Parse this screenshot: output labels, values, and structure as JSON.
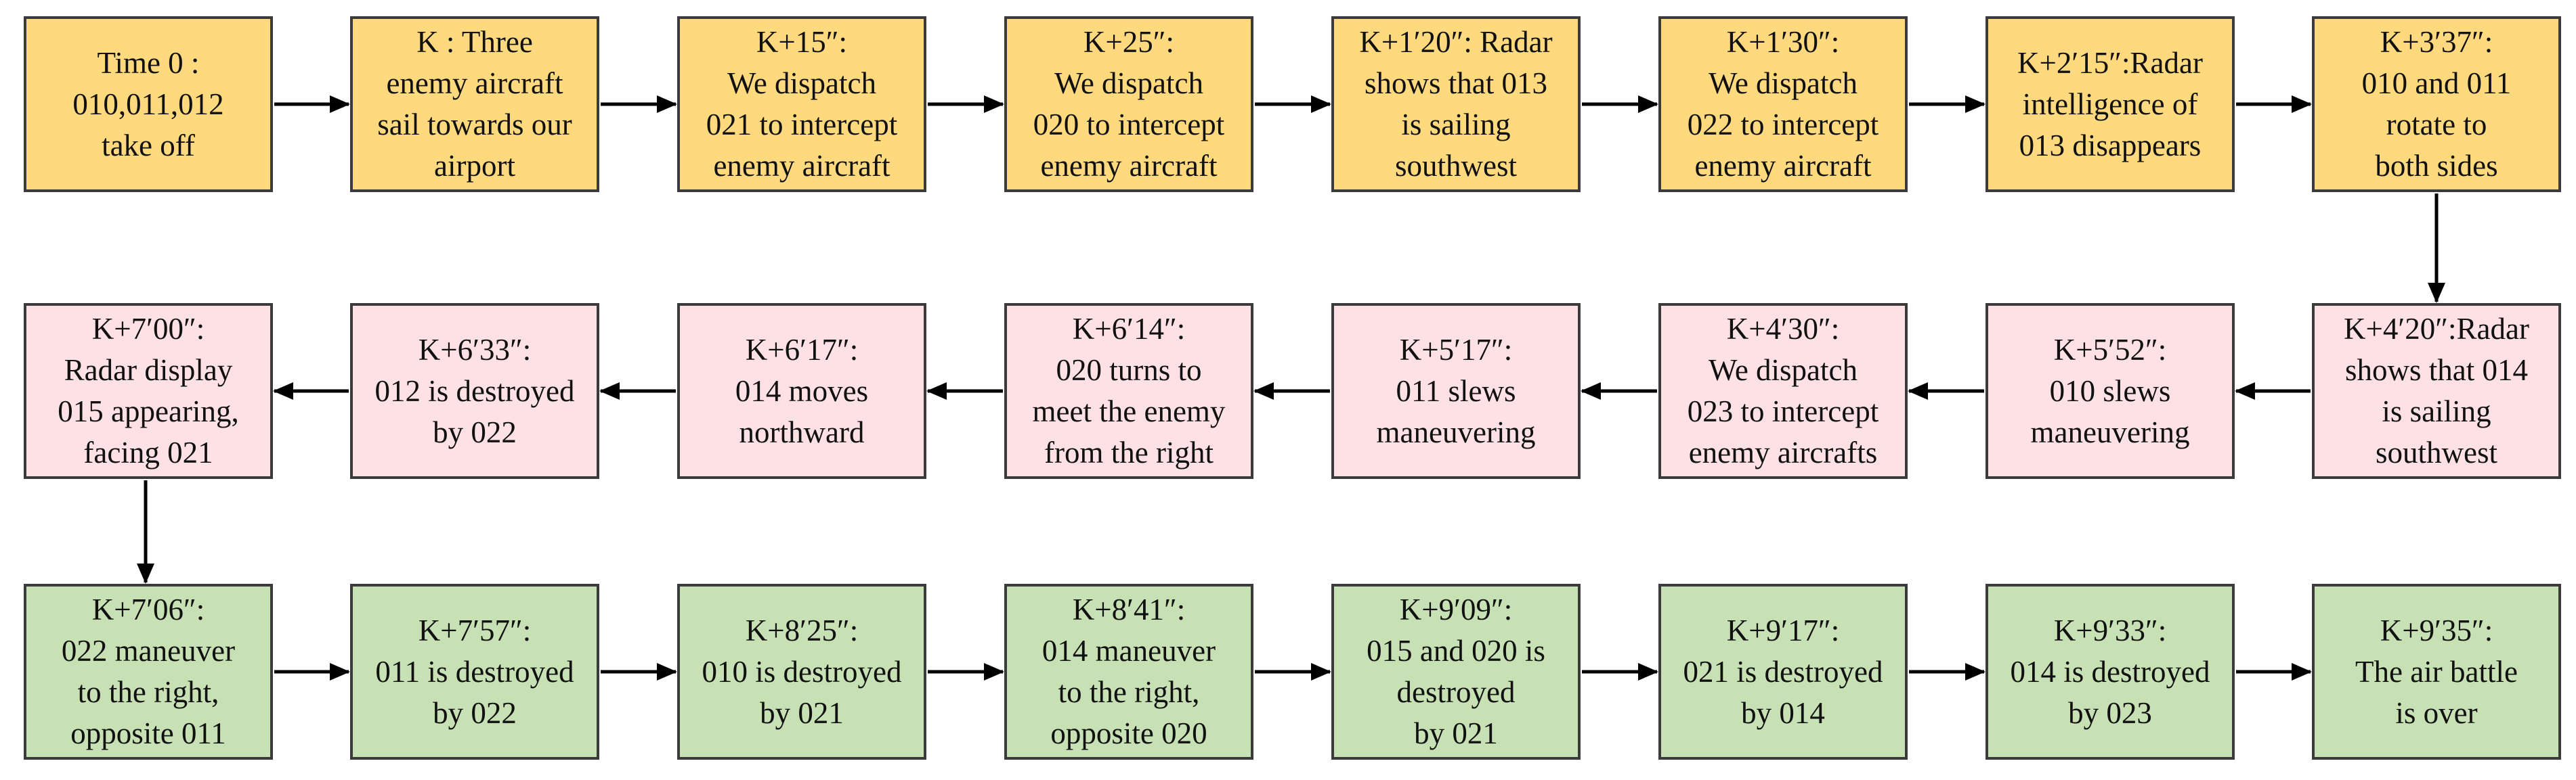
{
  "colors": {
    "row1": "#fed97e",
    "row2": "#fde1e5",
    "row3": "#c7e1b5",
    "arrow": "#000000"
  },
  "rows": [
    {
      "color_key": "row1",
      "direction": "right",
      "boxes": [
        {
          "lines": [
            "Time 0 :",
            "010,011,012",
            "take off"
          ]
        },
        {
          "lines": [
            "K : Three",
            "enemy aircraft",
            "sail towards our",
            "airport"
          ]
        },
        {
          "lines": [
            "K+15″:",
            "We dispatch",
            "021 to intercept",
            "enemy aircraft"
          ]
        },
        {
          "lines": [
            "K+25″:",
            "We dispatch",
            "020 to intercept",
            "enemy aircraft"
          ]
        },
        {
          "lines": [
            "K+1′20″: Radar",
            "shows that 013",
            "is sailing",
            "southwest"
          ]
        },
        {
          "lines": [
            "K+1′30″:",
            "We dispatch",
            "022 to intercept",
            "enemy aircraft"
          ]
        },
        {
          "lines": [
            "K+2′15″:Radar",
            "intelligence of",
            "013 disappears"
          ]
        },
        {
          "lines": [
            "K+3′37″:",
            "010 and 011",
            "rotate to",
            "both sides"
          ]
        }
      ]
    },
    {
      "color_key": "row2",
      "direction": "left",
      "boxes": [
        {
          "lines": [
            "K+7′00″:",
            "Radar display",
            "015 appearing,",
            "facing 021"
          ]
        },
        {
          "lines": [
            "K+6′33″:",
            "012 is destroyed",
            "by 022"
          ]
        },
        {
          "lines": [
            "K+6′17″:",
            "014 moves",
            "northward"
          ]
        },
        {
          "lines": [
            "K+6′14″:",
            "020 turns to",
            "meet the enemy",
            "from the right"
          ]
        },
        {
          "lines": [
            "K+5′17″:",
            "011 slews",
            "maneuvering"
          ]
        },
        {
          "lines": [
            "K+4′30″:",
            "We dispatch",
            "023 to intercept",
            "enemy aircrafts"
          ]
        },
        {
          "lines": [
            "K+5′52″:",
            "010 slews",
            "maneuvering"
          ]
        },
        {
          "lines": [
            "K+4′20″:Radar",
            "shows that 014",
            "is sailing",
            "southwest"
          ]
        }
      ]
    },
    {
      "color_key": "row3",
      "direction": "right",
      "boxes": [
        {
          "lines": [
            "K+7′06″:",
            "022 maneuver",
            "to the right,",
            "opposite 011"
          ]
        },
        {
          "lines": [
            "K+7′57″:",
            "011 is destroyed",
            "by 022"
          ]
        },
        {
          "lines": [
            "K+8′25″:",
            "010 is destroyed",
            "by 021"
          ]
        },
        {
          "lines": [
            "K+8′41″:",
            "014 maneuver",
            "to the right,",
            "opposite 020"
          ]
        },
        {
          "lines": [
            "K+9′09″:",
            "015 and 020 is",
            "destroyed",
            "by 021"
          ]
        },
        {
          "lines": [
            "K+9′17″:",
            "021 is destroyed",
            "by 014"
          ]
        },
        {
          "lines": [
            "K+9′33″:",
            "014 is destroyed",
            "by 023"
          ]
        },
        {
          "lines": [
            "K+9′35″:",
            "The air battle",
            "is over"
          ]
        }
      ]
    }
  ]
}
